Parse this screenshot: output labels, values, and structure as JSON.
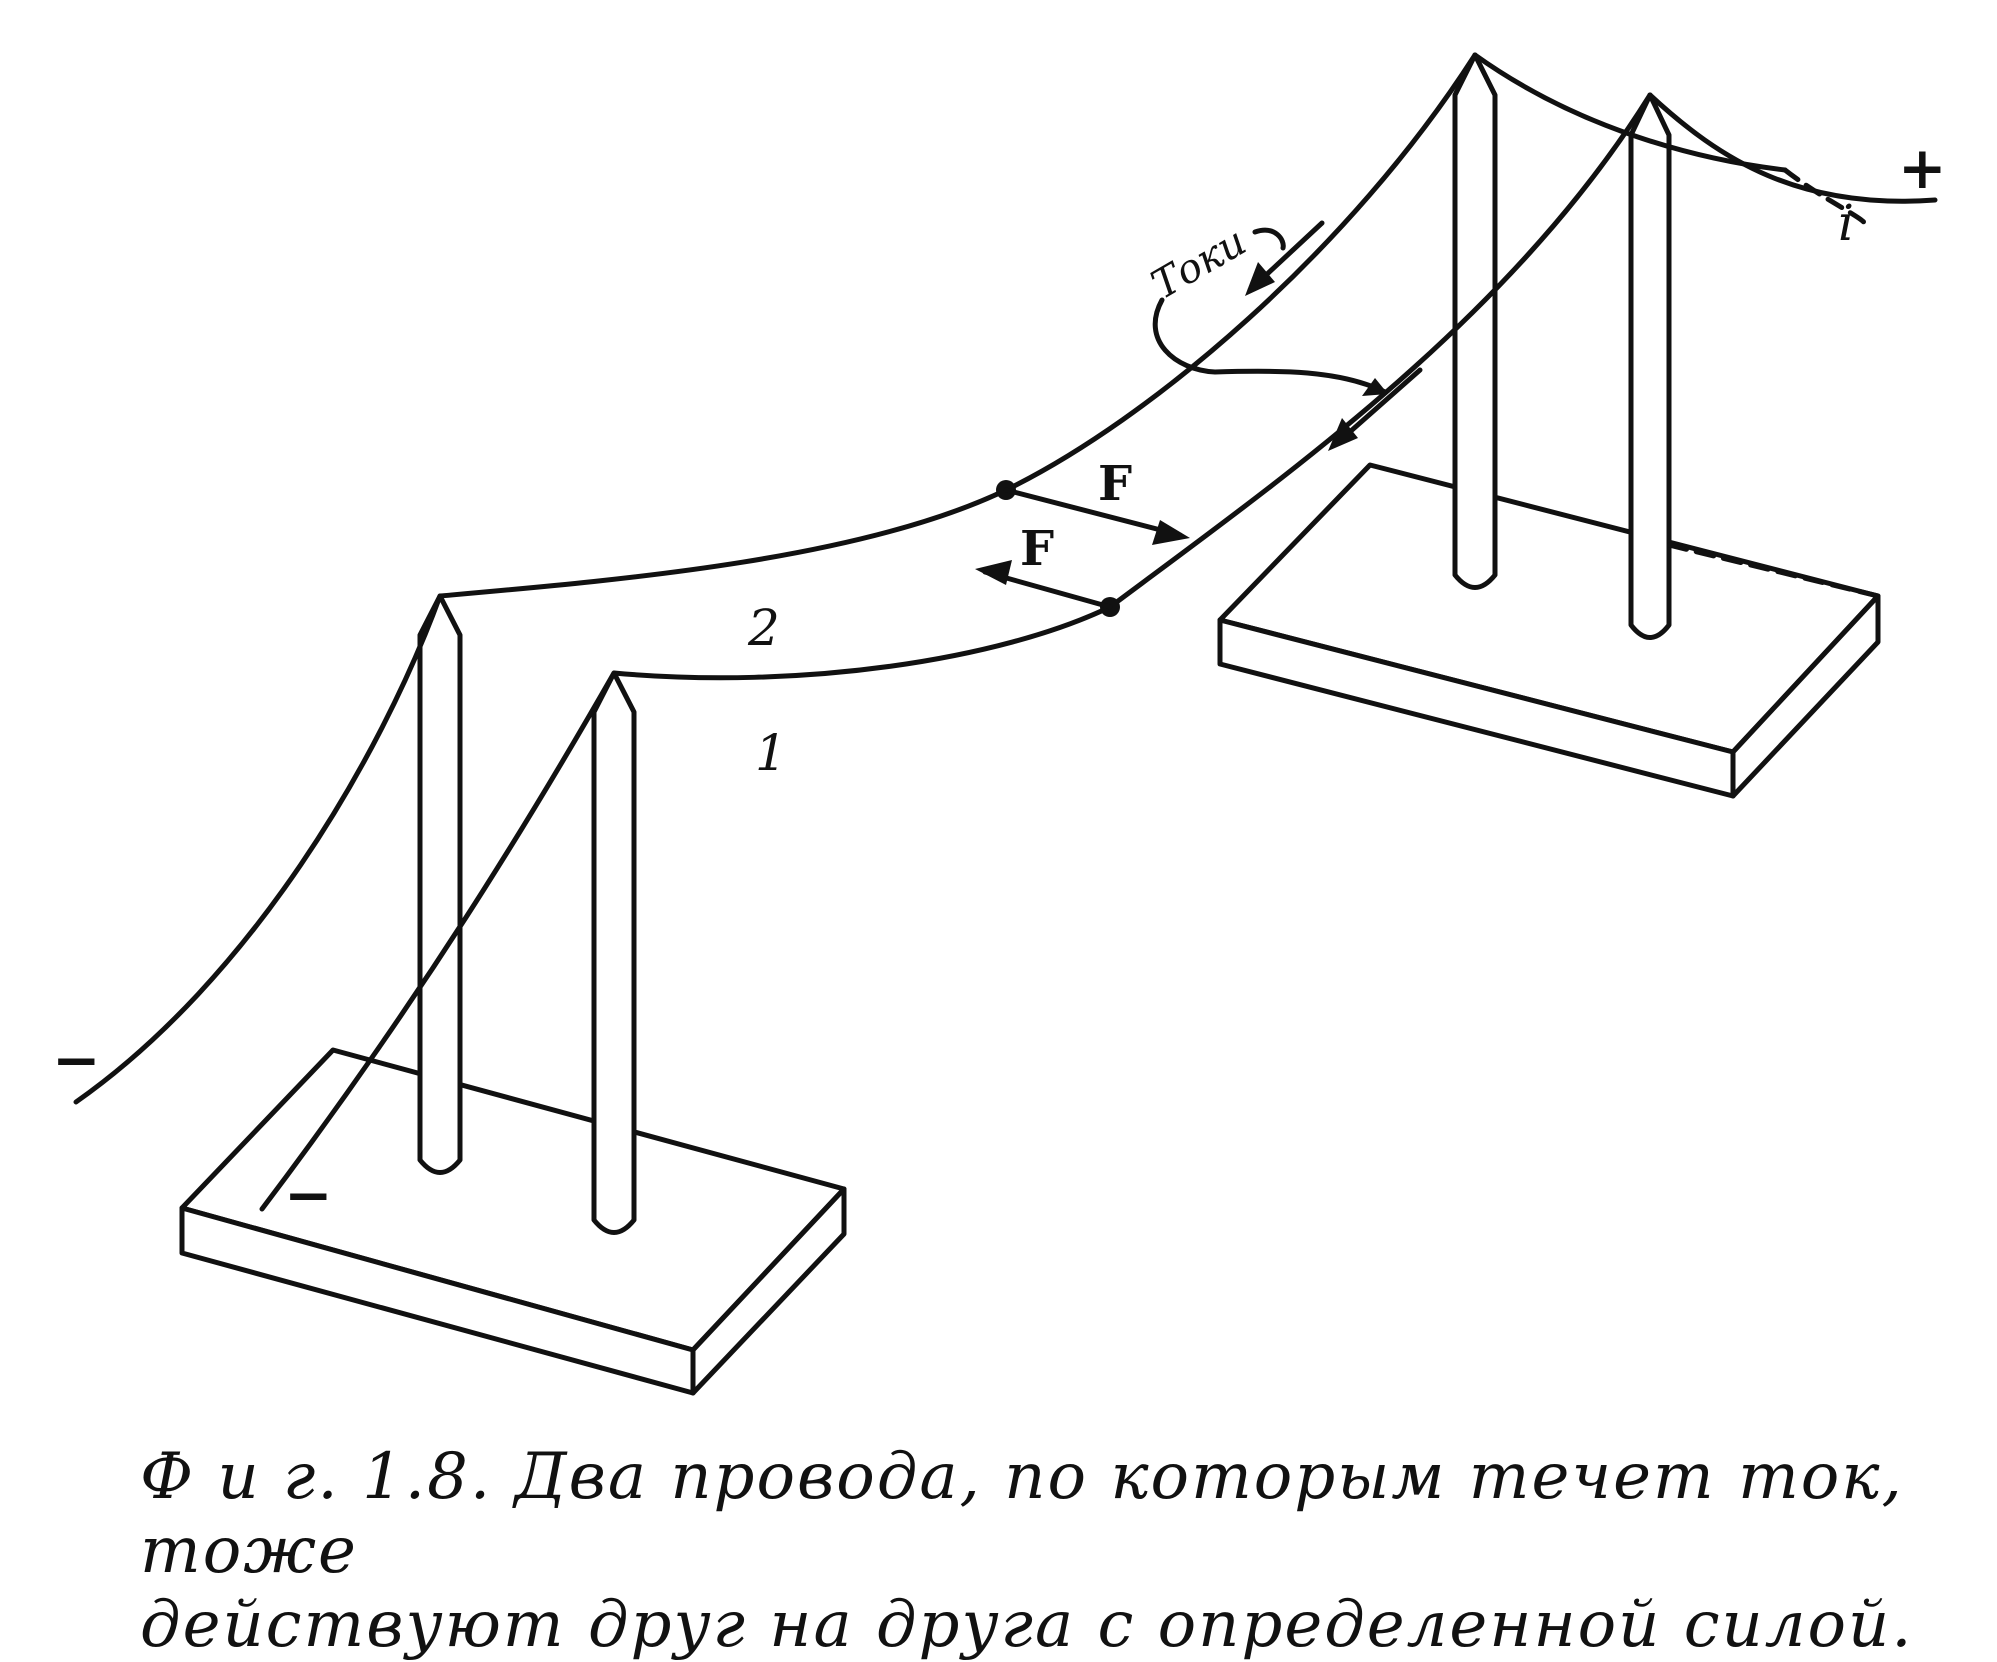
{
  "labels": {
    "wire_1": "1",
    "wire_2": "2",
    "force_upper": "F",
    "force_lower": "F",
    "currents": "Токи",
    "current_symbol": "i",
    "plus_terminal": "+",
    "minus_terminal_upper": "−",
    "minus_terminal_lower": "−"
  },
  "caption": {
    "line1": "Ф и г. 1.8. Два провода, по которым течет ток, тоже",
    "line2": "действуют друг на друга с определенной силой."
  },
  "colors": {
    "ink": "#111111",
    "paper": "#ffffff"
  }
}
